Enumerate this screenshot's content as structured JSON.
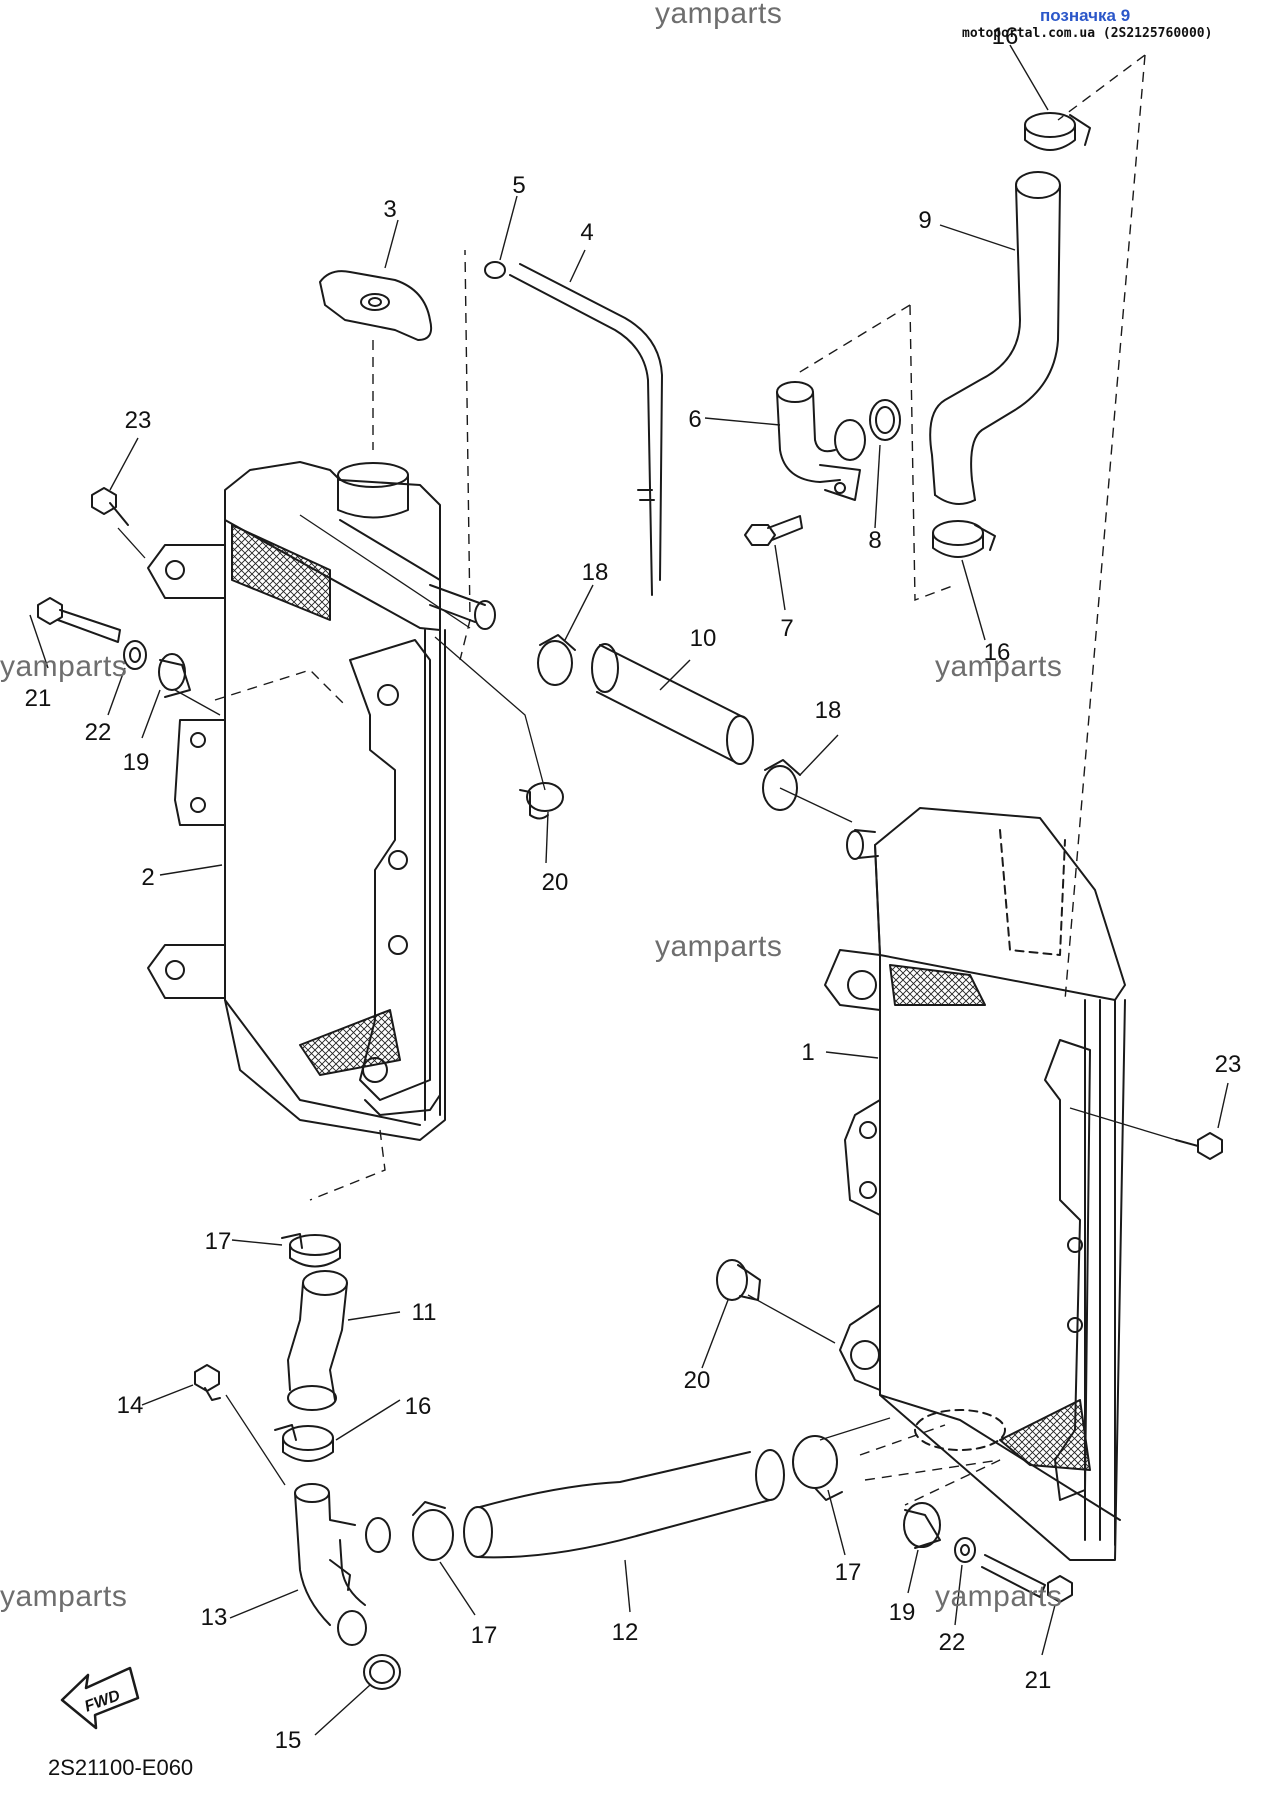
{
  "header": {
    "link_label": "позначка 9",
    "site_text": "motoportal.com.ua (2S2125760000)"
  },
  "watermarks": [
    "yamparts",
    "yamparts",
    "yamparts",
    "yamparts",
    "yamparts",
    "yamparts"
  ],
  "diagram_code": "2S21100-E060",
  "fwd_label": "FWD",
  "callouts": [
    "3",
    "5",
    "4",
    "16",
    "9",
    "6",
    "8",
    "7",
    "23",
    "18",
    "21",
    "22",
    "19",
    "10",
    "18",
    "20",
    "2",
    "16",
    "1",
    "23",
    "17",
    "11",
    "14",
    "16",
    "20",
    "13",
    "17",
    "12",
    "17",
    "19",
    "22",
    "21",
    "15"
  ],
  "colors": {
    "line": "#1a1a1a",
    "watermark": "#6e6e6e",
    "link": "#2b57c9"
  }
}
